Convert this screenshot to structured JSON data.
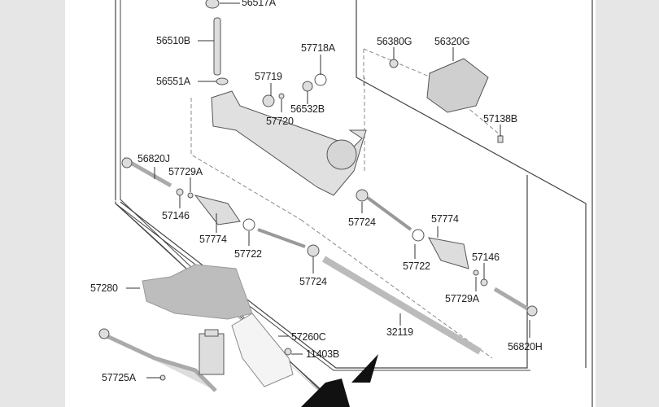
{
  "diagram": {
    "title": "Power steering gear box parts",
    "labels": [
      "56517A",
      "56510B",
      "56551A",
      "57719",
      "57718A",
      "56532B",
      "57720",
      "56380G",
      "56320G",
      "57138B",
      "56820J",
      "57729A",
      "57146",
      "57774",
      "57722",
      "57724",
      "57724",
      "57774",
      "57722",
      "57146",
      "57729A",
      "56820H",
      "32119",
      "57280",
      "57260C",
      "11403B",
      "57725A"
    ]
  }
}
